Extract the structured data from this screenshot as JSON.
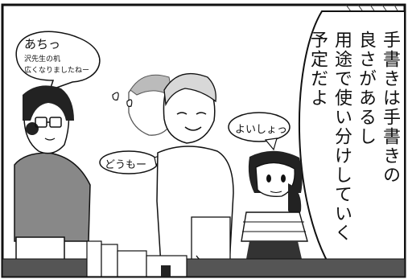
{
  "narration": {
    "lines": [
      "手書きは手書きの",
      "良さがあるし",
      "用途で使い分けしていく",
      "予定だよ"
    ]
  },
  "bubbles": {
    "teacher_exclaim": "あちっ",
    "teacher_note_1": "沢先生の机",
    "teacher_note_2": "広くなりましたねー",
    "greeting": "どうもー",
    "effort": "よいしょっ"
  }
}
